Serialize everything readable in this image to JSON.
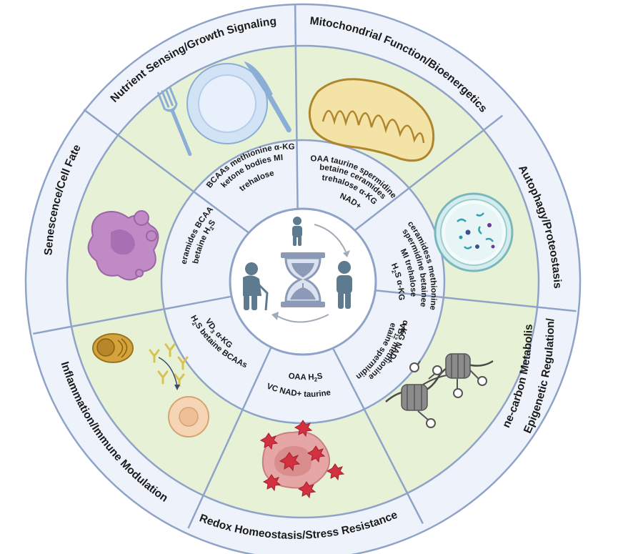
{
  "colors": {
    "ring_border": "#8fa3c9",
    "outer_ring": "#eef3fb",
    "middle_ring": "#e7f1d6",
    "inner_ring": "#eef3fb",
    "center": "#ffffff",
    "figure": "#5d7a8f",
    "hourglass": "#8c9ab8",
    "arrow": "#a0aab8"
  },
  "categories": [
    {
      "id": "nutrient",
      "label": "Nutrient Sensing/Growth Signaling",
      "icon": "plate-fork-knife-icon"
    },
    {
      "id": "mito",
      "label": "Mitochondrial Function/Bioenergetics",
      "icon": "mitochondrion-icon"
    },
    {
      "id": "autophagy",
      "label": "Autophagy/Proteostasis",
      "icon": "autophagosome-icon"
    },
    {
      "id": "epigenetic",
      "label": "Epigenetic Regulation/",
      "label2": "one-carbon Metabolism",
      "icon": "nucleosome-icon"
    },
    {
      "id": "redox",
      "label": "Redox Homeostasis/Stress Resistance",
      "icon": "oxidative-stress-cell-icon"
    },
    {
      "id": "inflammation",
      "label": "Inflammation/Immune Modulation",
      "icon": "immune-cell-icon"
    },
    {
      "id": "senescence",
      "label": "Senescence/Cell Fate",
      "icon": "senescent-cell-icon"
    }
  ],
  "metabolites": {
    "nutrient": [
      "BCAAs methionine α-KG",
      "ketone bodies MI",
      "trehalose"
    ],
    "mito": [
      "OAA taurine spermidine",
      "betaine ceramides",
      "trehalose α-KG",
      "NAD+"
    ],
    "autophagy": [
      "ceramidess methionine",
      "spermidine betainee",
      "MI trehalose",
      "H",
      "2",
      "S α-KG"
    ],
    "epigenetic": [
      "α-KG NAD+",
      "VB",
      "12",
      " methionine",
      "betaine spermidine"
    ],
    "redox": [
      "OAA H",
      "2",
      "S",
      "VC NAD+ taurine"
    ],
    "inflammation": [
      "VD",
      "3",
      " α-KG",
      "H",
      "2",
      "S betaine BCAAs"
    ],
    "senescence": [
      "ceramides BCAAs",
      "betaine H",
      "2",
      "S"
    ]
  },
  "center": {
    "icons": [
      "young-person-icon",
      "adult-person-icon",
      "elderly-person-icon",
      "hourglass-icon",
      "cycle-arrow-icon"
    ]
  }
}
